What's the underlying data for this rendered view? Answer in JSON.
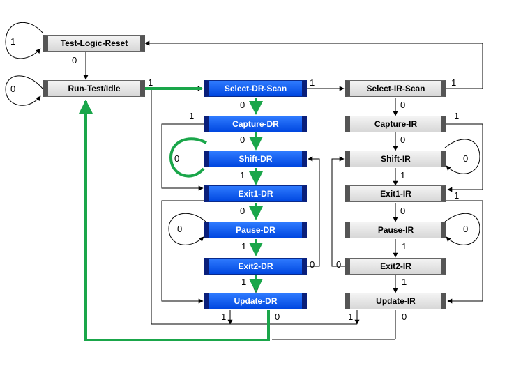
{
  "states": {
    "test_logic_reset": "Test-Logic-Reset",
    "run_test_idle": "Run-Test/Idle",
    "select_dr_scan": "Select-DR-Scan",
    "capture_dr": "Capture-DR",
    "shift_dr": "Shift-DR",
    "exit1_dr": "Exit1-DR",
    "pause_dr": "Pause-DR",
    "exit2_dr": "Exit2-DR",
    "update_dr": "Update-DR",
    "select_ir_scan": "Select-IR-Scan",
    "capture_ir": "Capture-IR",
    "shift_ir": "Shift-IR",
    "exit1_ir": "Exit1-IR",
    "pause_ir": "Pause-IR",
    "exit2_ir": "Exit2-IR",
    "update_ir": "Update-IR"
  },
  "labels": {
    "tlr_self": "1",
    "tlr_to_rti": "0",
    "rti_self": "0",
    "rti_to_sdr": "1",
    "sdr_to_sir": "1",
    "sir_to_tlr": "1",
    "sdr_to_cdr": "0",
    "sir_to_cir": "0",
    "cdr_to_e1dr": "1",
    "cdr_to_sdr": "0",
    "sdr_self": "0",
    "sdr_to_e1dr": "1",
    "e1dr_to_pdr": "0",
    "pdr_self": "0",
    "pdr_to_e2dr": "1",
    "e2dr_to_udr": "1",
    "e2dr_to_sdr": "0",
    "udr_to_sdrscan": "1",
    "udr_to_rti": "0",
    "cir_to_e1ir": "1",
    "cir_to_sir": "0",
    "sir_self": "0",
    "sir_to_e1ir": "1",
    "e1ir_to_pir": "0",
    "e1ir_to_uir": "1",
    "pir_self": "0",
    "pir_to_e2ir": "1",
    "e2ir_to_sir": "0",
    "e2ir_to_uir": "1",
    "uir_to_sdrscan": "1",
    "uir_to_rti": "0"
  },
  "colors": {
    "highlight_path": "#1aa64a",
    "dr_state": "#0a50f0",
    "ir_state": "#d9d9d9",
    "line": "#000000"
  }
}
